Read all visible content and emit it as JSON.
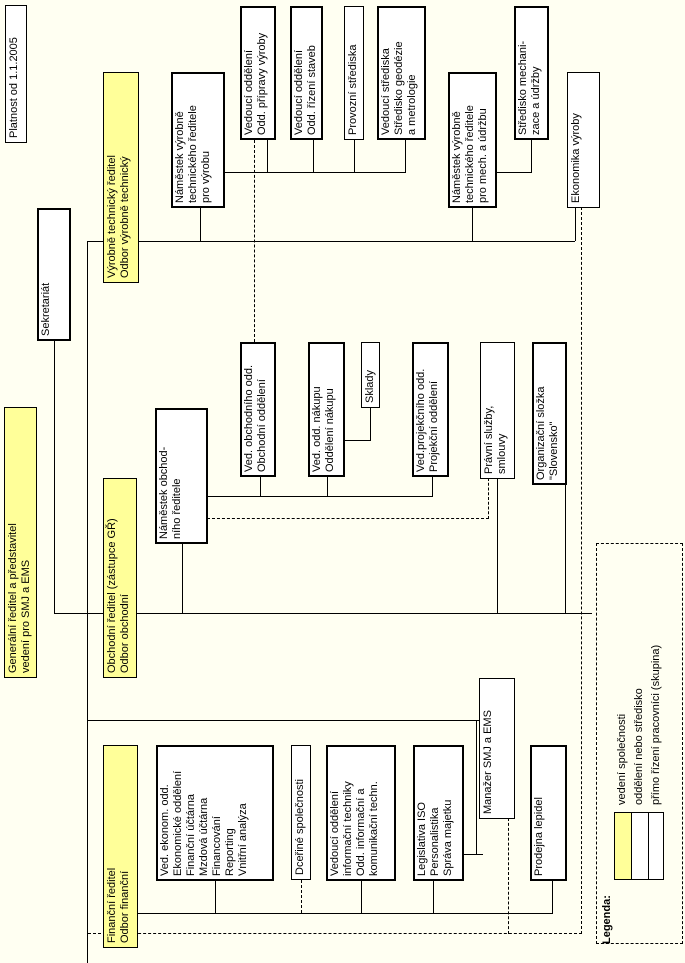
{
  "validity": "Platnost od 1.1.2005",
  "general_director": [
    "Generální ředitel a představitel",
    "vedení pro SMJ a EMS"
  ],
  "secretariat": "Sekretariát",
  "technical_director": [
    "Výrobně technický ředitel",
    "Odbor výrobně technický"
  ],
  "production_deputy": [
    "Náměstek výrobně",
    "technického ředitele",
    "pro výrobu"
  ],
  "production_units": [
    [
      "Vedoucí oddělení",
      "Odd. přípravy výroby"
    ],
    [
      "Vedoucí oddělení",
      "Odd. řízení staveb"
    ],
    [
      "Provozní střediska"
    ],
    [
      "Vedoucí střediska",
      "Středisko geodézie",
      "a metrologie"
    ]
  ],
  "mech_deputy": [
    "Náměstek výrobně",
    "technického ředitele",
    "pro mech. a údržbu"
  ],
  "mech_center": [
    "Středisko mechani-",
    "zace a údržby"
  ],
  "economics": "Ekonomika výroby",
  "commercial_director": [
    "Obchodní ředitel (zástupce GŘ)",
    "Odbor obchodní"
  ],
  "commercial_deputy": [
    "Náměstek obchod-",
    "ního ředitele"
  ],
  "commercial_units": [
    [
      "Ved. obchodního odd.",
      "Obchodní oddělení"
    ],
    [
      "Ved. odd. nákupu",
      "Oddělení nákupu"
    ],
    [
      "Sklady"
    ],
    [
      "Ved.projekčního odd.",
      "Projekční oddělení"
    ]
  ],
  "legal": [
    "Právní služby,",
    "smlouvy"
  ],
  "slovensko": [
    "Organizační složka",
    "\"Slovensko\""
  ],
  "finance_director": [
    "Finanční ředitel",
    "Odbor finanční"
  ],
  "finance_units": {
    "economic": [
      "Ved. ekonom. odd.",
      "Ekonomické oddělení",
      "Finanční účtárna",
      "Mzdová účtárna",
      "Financování",
      "Reporting",
      "Vnitřní analýza"
    ],
    "subsidiaries": [
      "Dceřiné společnosti"
    ],
    "it": [
      "Vedoucí oddělení",
      "informační techniky",
      "Odd. informační a",
      "komunikační techn."
    ],
    "legislative": [
      "Legislativa ISO",
      "Personalistika",
      "Správa majetku"
    ],
    "smj_manager": [
      "Manažer SMJ a EMS"
    ],
    "shop": [
      "Prodejna lepidel"
    ]
  },
  "legend": {
    "title": "Legenda:",
    "items": [
      "vedení společnosti",
      "oddělení nebo středisko",
      "přímo řízení pracovníci (skupina)"
    ]
  },
  "colors": {
    "management": "#ffff99",
    "department": "#ffffff",
    "background": "#fffff2"
  }
}
